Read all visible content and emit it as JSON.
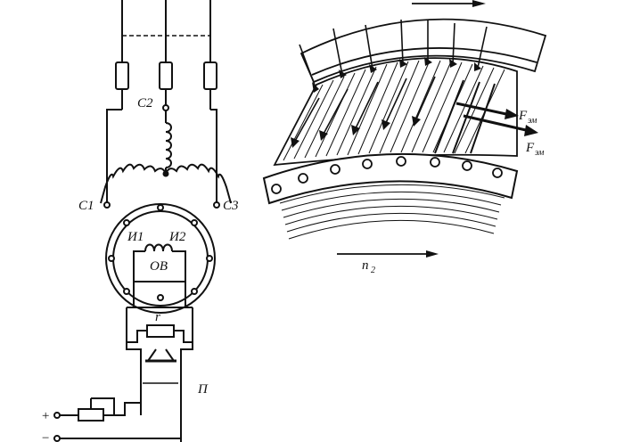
{
  "circuit": {
    "labels": {
      "c1": "C1",
      "c2": "C2",
      "c3": "C3",
      "i1": "И1",
      "i2": "И2",
      "ov": "ОВ",
      "r": "r",
      "p": "П",
      "plus": "+",
      "minus": "−"
    }
  },
  "rotor_view": {
    "force_label": "F",
    "force_subscript": "эм",
    "speed_label": "n",
    "speed_subscript": "2"
  },
  "colors": {
    "ink": "#111111",
    "paper": "#ffffff"
  }
}
